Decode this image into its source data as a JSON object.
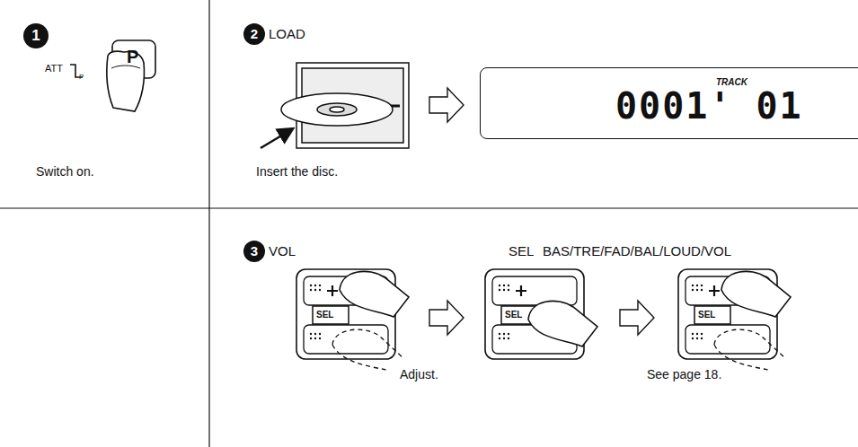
{
  "diagram": {
    "nodes": [
      {
        "text": [
          "Switch on."
        ]
      },
      {
        "text": [
          "Insert the disc."
        ]
      },
      {
        "text": [
          "0001' 01",
          "TRACK"
        ],
        "in": 1
      },
      {
        "text": [
          "Adjust.",
          "See page 18."
        ]
      }
    ],
    "labels": [
      "1",
      "ATT",
      "P",
      "P",
      "2",
      "LOAD",
      "3",
      "VOL",
      "SEL",
      "BAS/TRE/FAD/BAL/LOUD/VOL",
      "SEL",
      "SEL",
      "SEL"
    ]
  }
}
